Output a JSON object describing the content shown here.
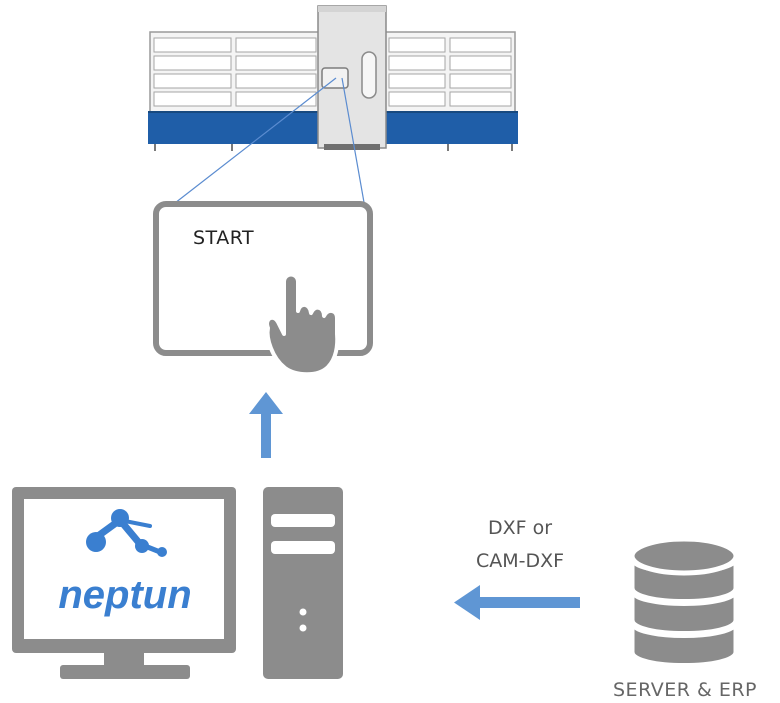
{
  "touch_panel": {
    "label": "START"
  },
  "software": {
    "name": "neptun"
  },
  "transfer": {
    "line1": "DXF or",
    "line2": "CAM-DXF"
  },
  "server": {
    "label": "SERVER & ERP"
  },
  "colors": {
    "gray": "#8c8c8c",
    "frame_light": "#cfcfcf",
    "machine_blue": "#1f5ea8",
    "arrow_blue": "#5f96d4",
    "logo_blue": "#3a7fd0",
    "text": "#555555"
  }
}
